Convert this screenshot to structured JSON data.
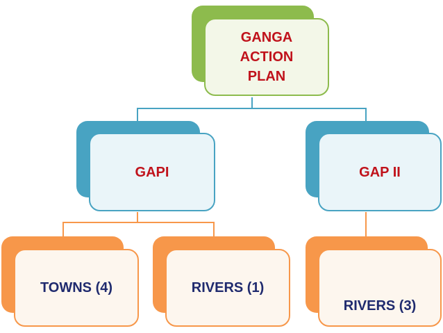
{
  "colors": {
    "root_accent": "#8dbb4d",
    "level1_accent": "#48a3c2",
    "level2_accent": "#f7974a",
    "root_text": "#c0121b",
    "level1_text": "#c0121b",
    "level2_text": "#1f2a6e"
  },
  "root": {
    "label": "GANGA ACTION PLAN"
  },
  "phases": [
    {
      "label": "GAPI",
      "children": [
        {
          "label": "TOWNS (4)"
        },
        {
          "label": "RIVERS (1)"
        }
      ]
    },
    {
      "label": "GAP II",
      "children": [
        {
          "label": "RIVERS (3)"
        }
      ]
    }
  ]
}
